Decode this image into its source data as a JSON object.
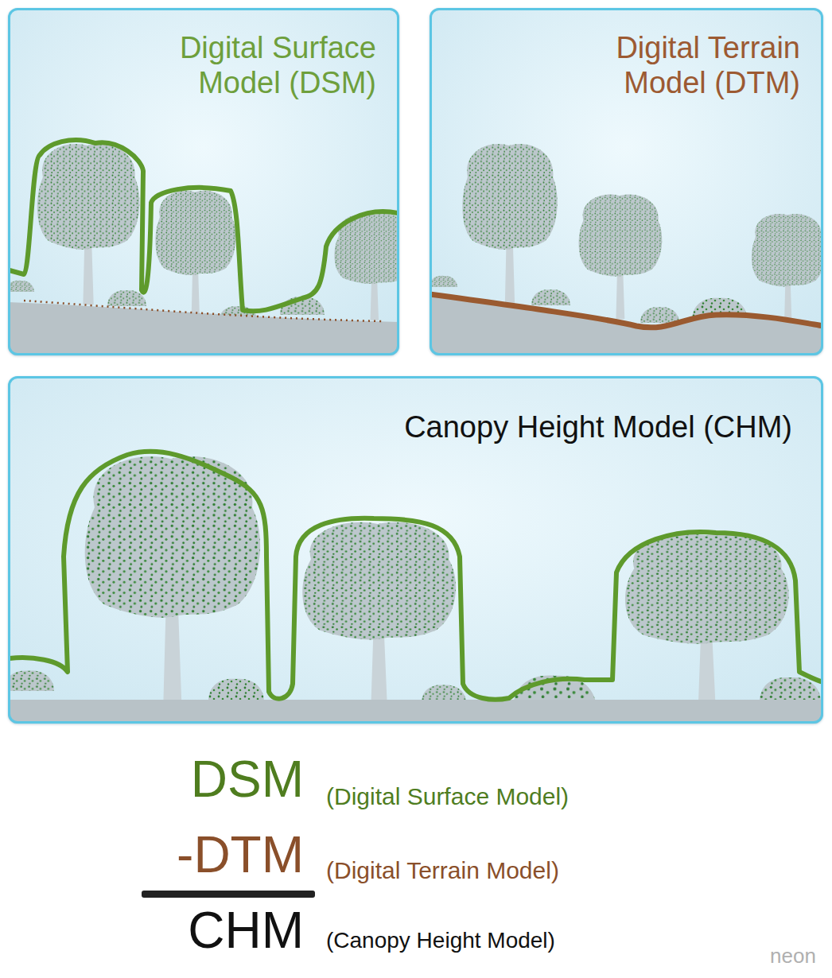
{
  "diagram": {
    "nodes": [
      {
        "text": [
          "Digital Surface Model (DSM)"
        ]
      },
      {
        "text": [
          "Digital Terrain Model (DTM)"
        ]
      },
      {
        "text": [
          "Canopy Height Model (CHM)"
        ]
      }
    ],
    "labels": [
      "DSM",
      "(Digital Surface Model)",
      "-DTM",
      "(Digital Terrain Model)",
      "CHM",
      "(Canopy Height Model)",
      "neon"
    ]
  }
}
